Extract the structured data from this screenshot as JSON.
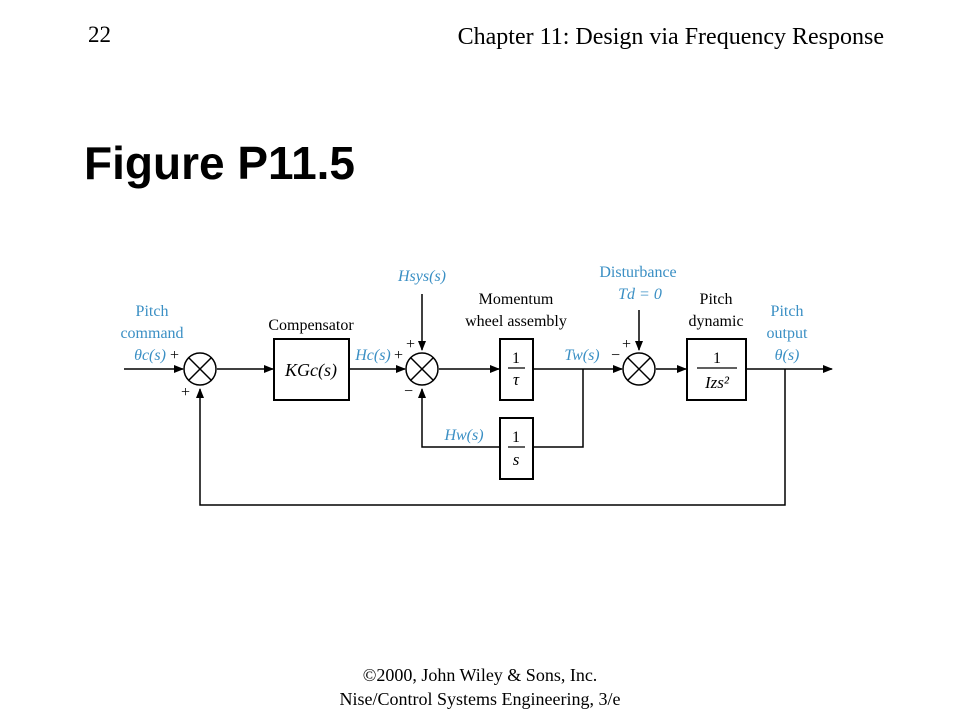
{
  "header": {
    "page_number": "22",
    "chapter": "Chapter 11: Design via Frequency Response"
  },
  "title": "Figure P11.5",
  "diagram": {
    "input": {
      "line1": "Pitch",
      "line2": "command",
      "signal": "θc(s)"
    },
    "hsys": "Hsys(s)",
    "disturbance": {
      "line1": "Disturbance",
      "line2": "Td = 0"
    },
    "compensator": {
      "label": "Compensator",
      "transfer": "KGc(s)"
    },
    "momentum": {
      "line1": "Momentum",
      "line2": "wheel assembly",
      "num": "1",
      "den": "τ"
    },
    "feedback_block": {
      "num": "1",
      "den": "s"
    },
    "pitch_dynamic": {
      "line1": "Pitch",
      "line2": "dynamic",
      "num": "1",
      "den": "Izs²"
    },
    "output": {
      "line1": "Pitch",
      "line2": "output",
      "signal": "θ(s)"
    },
    "signals": {
      "hc": "Hc(s)",
      "tw": "Tw(s)",
      "hw": "Hw(s)"
    },
    "signs": {
      "plus": "+",
      "minus": "−"
    }
  },
  "colors": {
    "annotation_blue": "#3a8fc4",
    "line": "#000000"
  },
  "footer": {
    "line1": "©2000, John Wiley & Sons, Inc.",
    "line2": "Nise/Control Systems Engineering, 3/e"
  }
}
